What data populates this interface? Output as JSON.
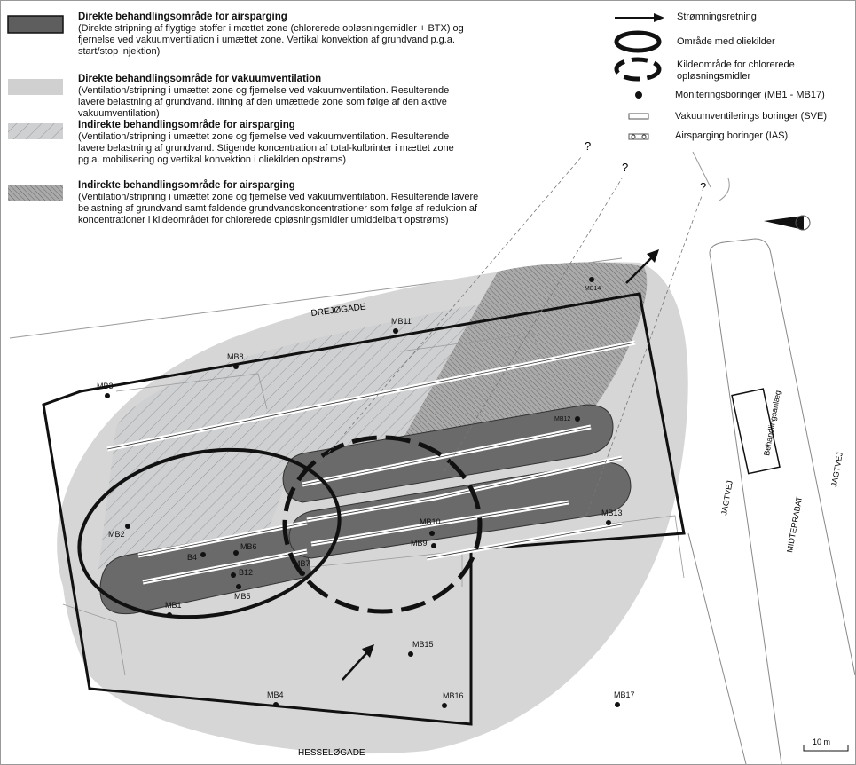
{
  "legend": [
    {
      "title": "Direkte behandlingsområde for airsparging",
      "text": "(Direkte stripning af flygtige stoffer i mættet zone (chlorerede opløsningemidler + BTX) og fjernelse ved vakuumventilation i umættet zone. Vertikal konvektion af grundvand p.g.a. start/stop injektion)"
    },
    {
      "title": "Direkte behandlingsområde for vakuumventilation",
      "text": "(Ventilation/stripning i umættet zone og fjernelse ved vakuumventilation. Resulterende lavere belastning af grundvand. Iltning af den umættede zone som følge af den aktive vakuumventilation)"
    },
    {
      "title": "Indirekte behandlingsområde for airsparging",
      "text": "(Ventilation/stripning i umættet zone og fjernelse ved vakuumventilation. Resulterende lavere belastning af grundvand. Stigende koncentration af total-kulbrinter i mættet  zone pg.a. mobilisering og vertikal konvektion i oliekilden opstrøms)"
    },
    {
      "title": "Indirekte behandlingsområde for airsparging",
      "text": "(Ventilation/stripning i umættet zone og fjernelse ved vakuumventilation. Resulterende lavere belastning af grundvand samt faldende grundvandskoncentrationer som følge af reduktion af koncentrationer i kildeområdet for chlorerede opløsningsmidler umiddelbart opstrøms)"
    }
  ],
  "symbols": {
    "flow": "Strømningsretning",
    "oil": "Område med oliekilder",
    "chlor": "Kildeområde for chlorerede opløsningsmidler",
    "mb": "Moniteringsboringer (MB1 - MB17)",
    "sve": "Vakuumventilerings boringer (SVE)",
    "ias": "Airsparging boringer (IAS)"
  },
  "map": {
    "streets": {
      "drejo": "DREJØGADE",
      "hessel": "HESSELØGADE",
      "jagt1": "JAGTVEJ",
      "jagt2": "JAGTVEJ",
      "midt": "MIDTERRABAT"
    },
    "plant": "Behandlingsanlæg",
    "scale": "10 m",
    "question": "?",
    "wells": [
      "MB1",
      "MB2",
      "MB3",
      "MB4",
      "MB5",
      "MB6",
      "MB7",
      "MB8",
      "MB9",
      "MB10",
      "MB11",
      "MB12",
      "MB13",
      "MB14",
      "MB15",
      "MB16",
      "MB17",
      "B4",
      "B12"
    ]
  },
  "colors": {
    "dark": "#6a6a6a",
    "light": "#d6d6d6",
    "black": "#111111"
  }
}
